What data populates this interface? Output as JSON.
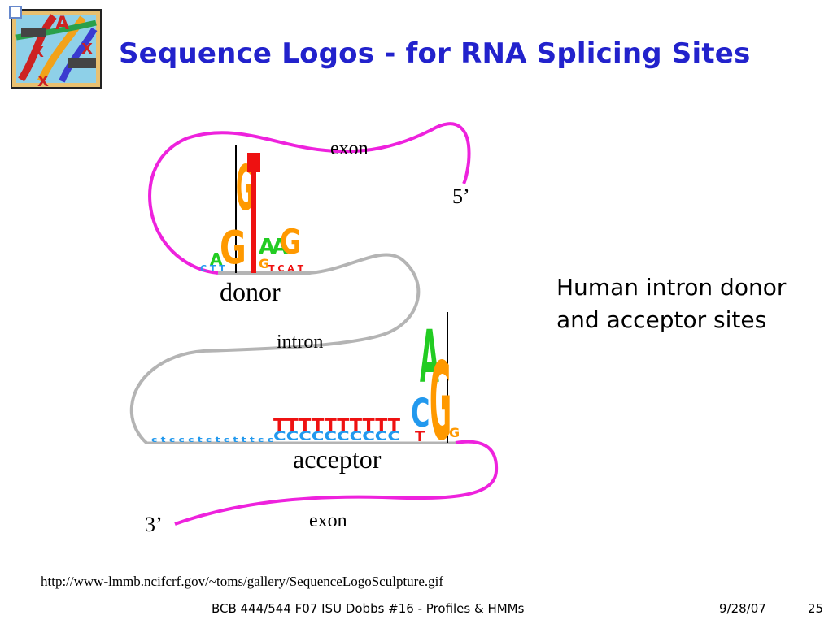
{
  "slide": {
    "title": "Sequence Logos - for RNA Splicing Sites",
    "caption_lines": [
      "Human intron donor",
      "and acceptor sites"
    ],
    "source_url": "http://www-lmmb.ncifcrf.gov/~toms/gallery/SequenceLogoSculpture.gif"
  },
  "diagram": {
    "labels": {
      "exon_top": "exon",
      "five_prime": "5’",
      "donor": "donor",
      "intron": "intron",
      "acceptor": "acceptor",
      "three_prime": "3’",
      "exon_bottom": "exon"
    },
    "colors": {
      "exon_strand": "#ee22dd",
      "intron_strand": "#b4b4b4",
      "A": "#22cc22",
      "C": "#2299ee",
      "G": "#ff9900",
      "T": "#ee1111"
    },
    "donor_logo": [
      "A",
      "G",
      "G",
      "T",
      "A",
      "A",
      "G",
      "T"
    ],
    "acceptor_logo_tail": "TTTTTTTTTT",
    "acceptor_logo_tail_c": "CCCCCCCCCC",
    "acceptor_core": [
      "C",
      "A",
      "G",
      "G"
    ],
    "acceptor_small_t": "T"
  },
  "footer": {
    "course": "BCB 444/544 F07 ISU Dobbs #16 - Profiles & HMMs",
    "date": "9/28/07",
    "page": "25"
  }
}
